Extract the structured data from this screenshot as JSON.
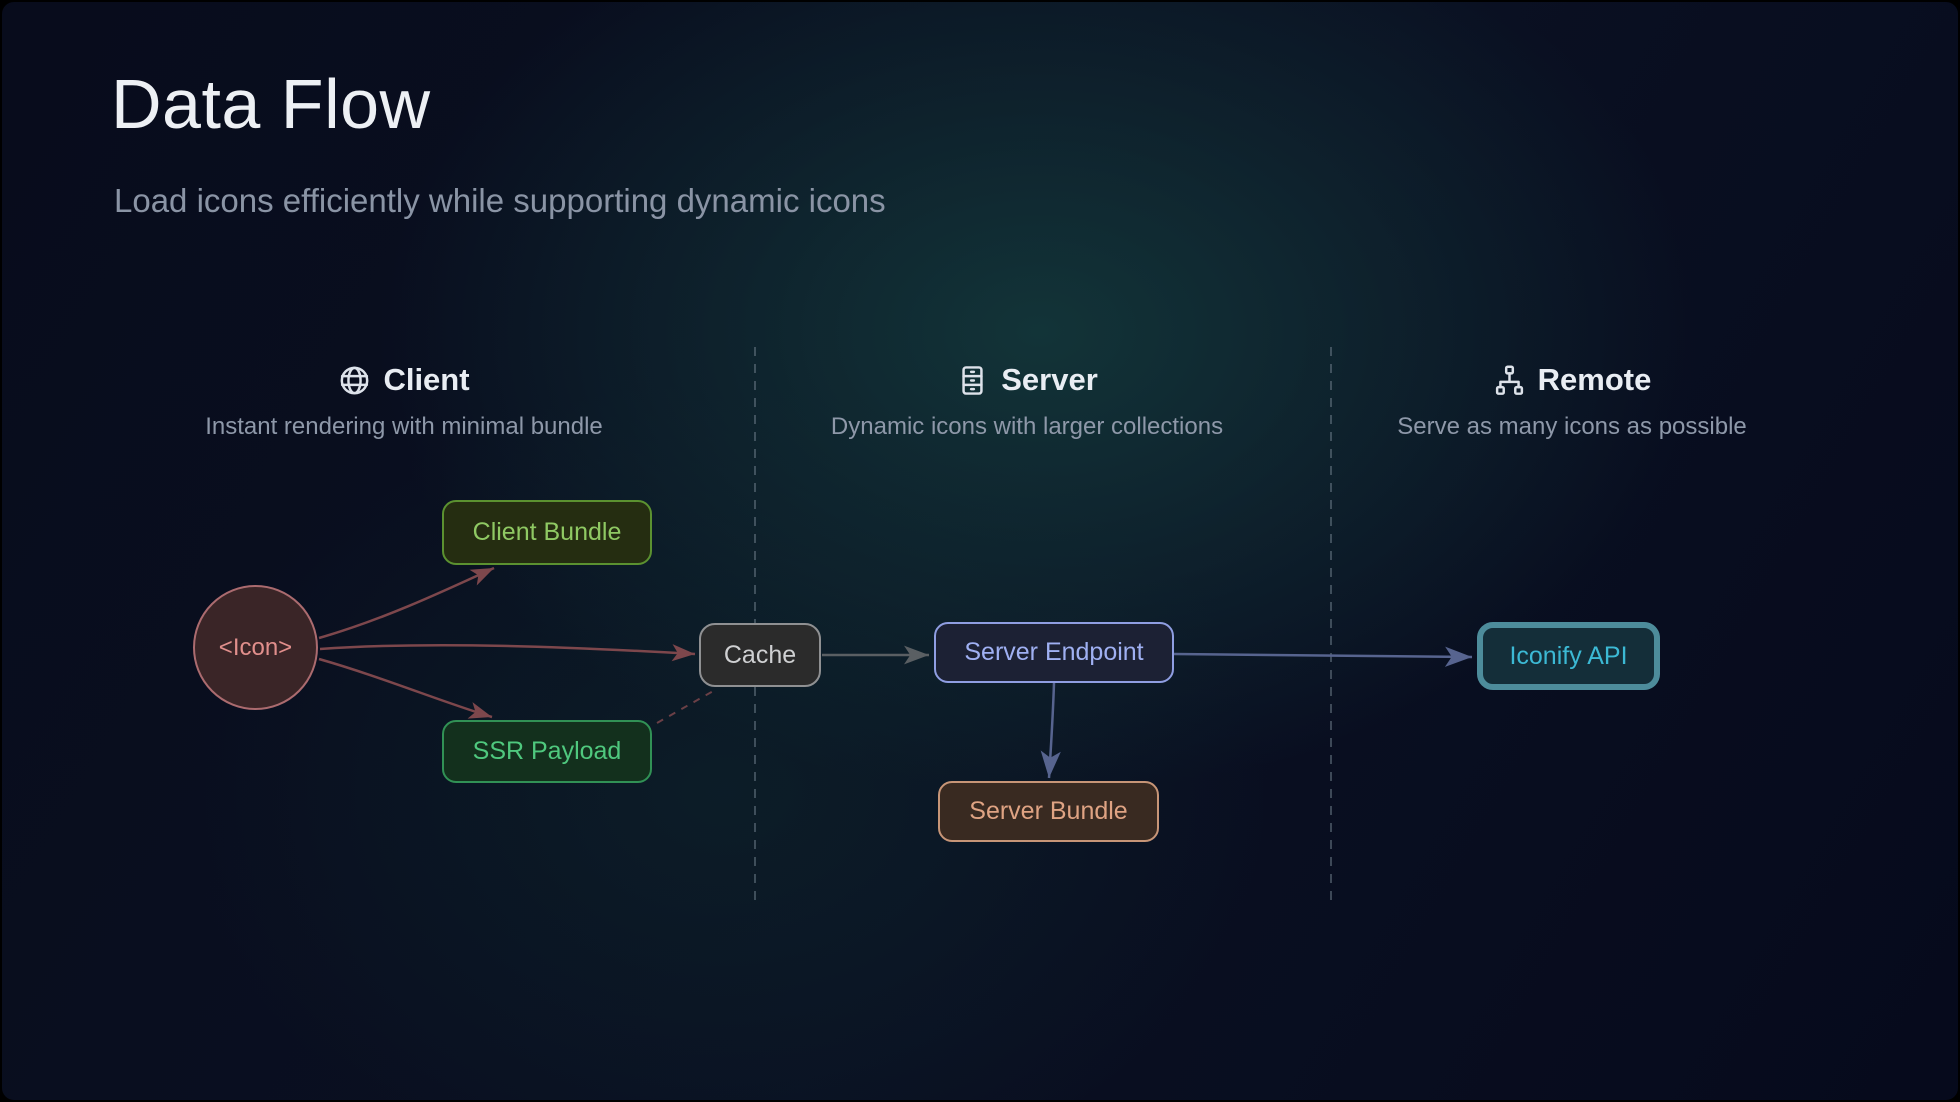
{
  "page": {
    "title": "Data Flow",
    "subtitle": "Load icons efficiently while supporting dynamic icons"
  },
  "sections": [
    {
      "title": "Client",
      "subtitle": "Instant rendering with minimal bundle",
      "icon": "globe-icon"
    },
    {
      "title": "Server",
      "subtitle": "Dynamic icons with larger collections",
      "icon": "archive-icon"
    },
    {
      "title": "Remote",
      "subtitle": "Serve as many icons as possible",
      "icon": "network-icon"
    }
  ],
  "nodes": [
    {
      "id": "icon-component",
      "label": "<Icon>",
      "shape": "circle",
      "bg": "#3a2527",
      "border": "#ab6b6f",
      "text_color": "#e18f8c"
    },
    {
      "id": "client-bundle",
      "label": "Client Bundle",
      "shape": "rounded-rect",
      "bg": "#252d11",
      "border": "#5b9130",
      "text_color": "#8fc963"
    },
    {
      "id": "ssr-payload",
      "label": "SSR Payload",
      "shape": "rounded-rect",
      "bg": "#13301d",
      "border": "#319155",
      "text_color": "#4fc87e"
    },
    {
      "id": "cache",
      "label": "Cache",
      "shape": "rounded-rect",
      "bg": "#2b2b2b",
      "border": "#8f9092",
      "text_color": "#cfd0d2"
    },
    {
      "id": "server-endpoint",
      "label": "Server Endpoint",
      "shape": "rounded-rect",
      "bg": "#1c2134",
      "border": "#8f9ee2",
      "text_color": "#9fb0f2"
    },
    {
      "id": "server-bundle",
      "label": "Server Bundle",
      "shape": "rounded-rect",
      "bg": "#392a21",
      "border": "#c79577",
      "text_color": "#dfa383"
    },
    {
      "id": "iconify-api",
      "label": "Iconify API",
      "shape": "rounded-rect-thick",
      "bg": "#142e39",
      "border": "#4d8c9b",
      "text_color": "#3cb9d4"
    }
  ],
  "edges": [
    {
      "from": "icon-component",
      "to": "client-bundle",
      "style": "solid",
      "color": "#7d474c"
    },
    {
      "from": "icon-component",
      "to": "cache",
      "style": "solid",
      "color": "#7d474c"
    },
    {
      "from": "icon-component",
      "to": "ssr-payload",
      "style": "solid",
      "color": "#7d474c"
    },
    {
      "from": "ssr-payload",
      "to": "cache",
      "style": "dashed",
      "color": "#7d474c"
    },
    {
      "from": "cache",
      "to": "server-endpoint",
      "style": "solid",
      "color": "#5a5f63"
    },
    {
      "from": "server-endpoint",
      "to": "iconify-api",
      "style": "solid",
      "color": "#57648f"
    },
    {
      "from": "server-endpoint",
      "to": "server-bundle",
      "style": "solid",
      "color": "#57648f"
    }
  ],
  "colors": {
    "background": "#080c1c",
    "glow": "#133639",
    "title": "#edf0f4",
    "subtitle": "#8a94a5",
    "section_title": "#e9edf3",
    "section_subtitle": "#8e98a9",
    "divider": "#72828f",
    "arrow_red": "#7d474c",
    "arrow_gray": "#5a5f63",
    "arrow_blue": "#57648f"
  }
}
